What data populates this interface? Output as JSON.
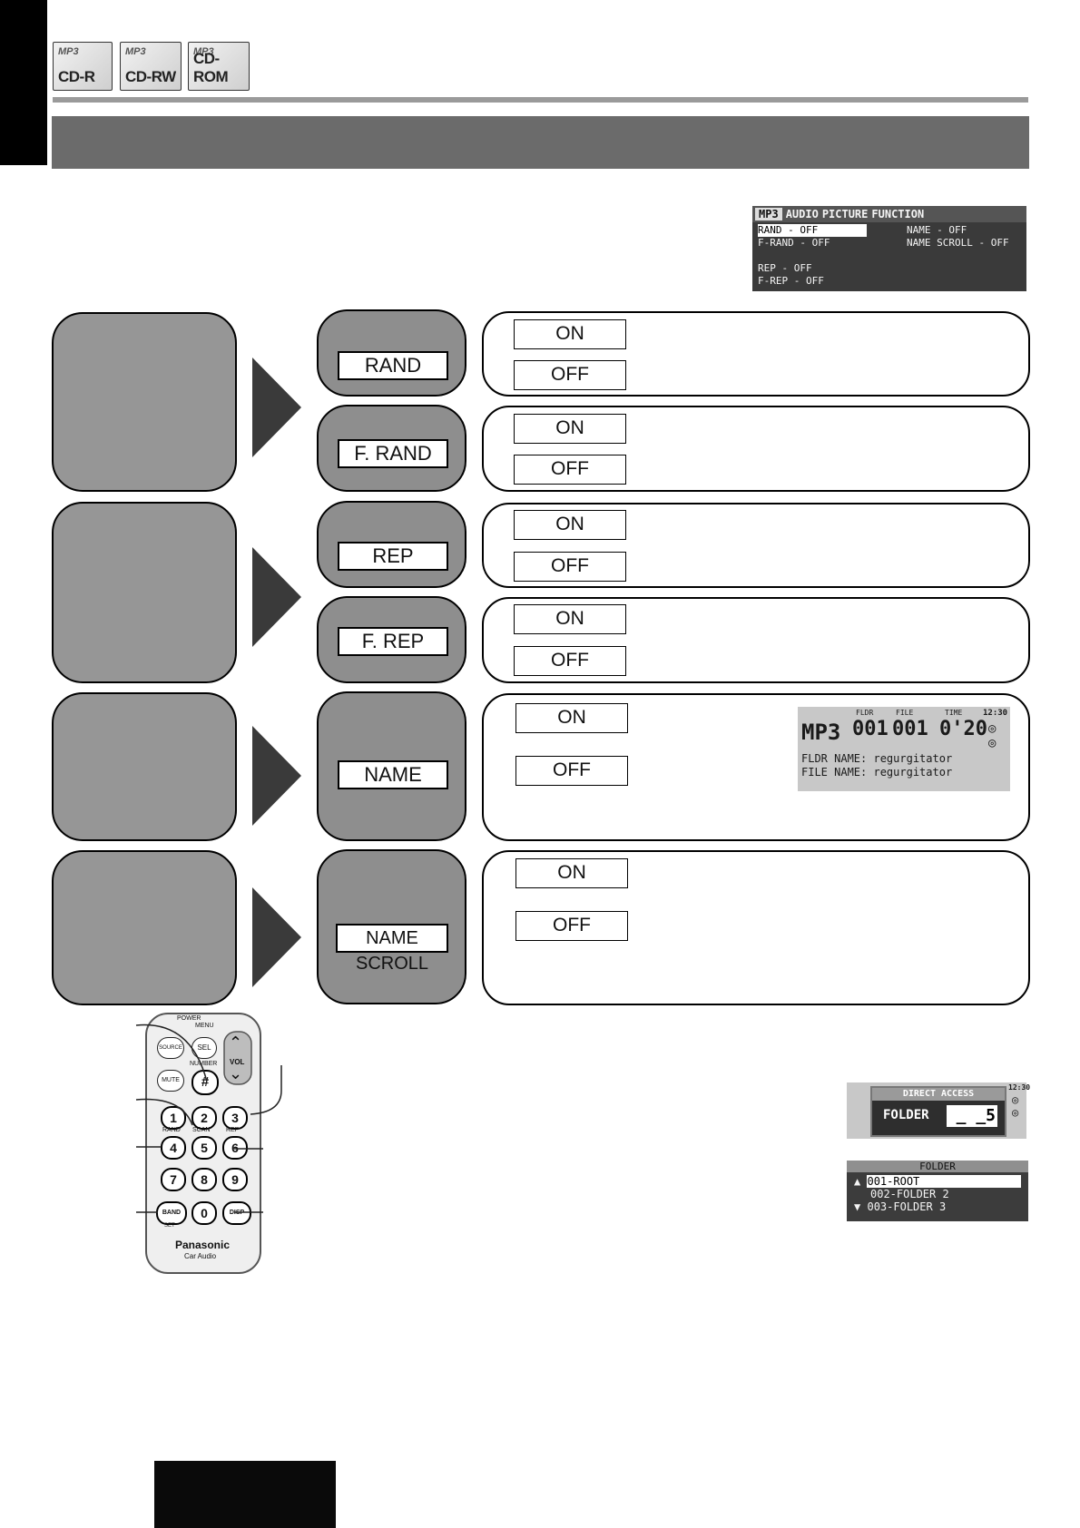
{
  "badges": [
    {
      "small": "MP3",
      "big": "CD-R"
    },
    {
      "small": "MP3",
      "big": "CD-RW"
    },
    {
      "small": "MP3",
      "big": "CD-ROM"
    }
  ],
  "menu_screen": {
    "tabs": [
      "MP3",
      "AUDIO",
      "PICTURE",
      "FUNCTION"
    ],
    "left_items": [
      "RAND  - OFF",
      "F-RAND - OFF",
      "REP   - OFF",
      "F-REP  - OFF"
    ],
    "right_items": [
      "NAME      - OFF",
      "NAME SCROLL - OFF"
    ]
  },
  "settings": [
    {
      "label": "RAND",
      "on": "ON",
      "off": "OFF"
    },
    {
      "label": "F. RAND",
      "on": "ON",
      "off": "OFF"
    },
    {
      "label": "REP",
      "on": "ON",
      "off": "OFF"
    },
    {
      "label": "F. REP",
      "on": "ON",
      "off": "OFF"
    },
    {
      "label": "NAME",
      "on": "ON",
      "off": "OFF"
    },
    {
      "label": "NAME SCROLL",
      "on": "ON",
      "off": "OFF"
    }
  ],
  "name_screen": {
    "mode": "MP3",
    "flor_label": "FLDR",
    "flor_value": "001",
    "file_label": "FILE",
    "file_value": "001",
    "time_label": "TIME",
    "time_value": "0'20",
    "clock": "12:30",
    "folder_line": "FLDR NAME: regurgitator",
    "file_line": "FILE NAME: regurgitator"
  },
  "direct_access": {
    "title": "DIRECT ACCESS",
    "field": "FOLDER",
    "value": "_ _5",
    "clock": "12:30"
  },
  "folder_list": {
    "title": "FOLDER",
    "items": [
      "001-ROOT",
      "002-FOLDER 2",
      "003-FOLDER 3"
    ]
  },
  "remote": {
    "top_labels": [
      "POWER",
      "MENU",
      "NUMBER",
      "VOL"
    ],
    "buttons": {
      "source": "SOURCE",
      "sel": "SEL",
      "mute": "MUTE",
      "hash": "#",
      "band": "BAND",
      "disp": "DISP"
    },
    "digits": [
      "1",
      "2",
      "3",
      "4",
      "5",
      "6",
      "7",
      "8",
      "9",
      "0"
    ],
    "sub_labels": {
      "rand": "RAND",
      "scan": "SCAN",
      "rep": "REP",
      "set": "SET"
    },
    "brand": "Panasonic",
    "brand_sub": "Car Audio"
  }
}
